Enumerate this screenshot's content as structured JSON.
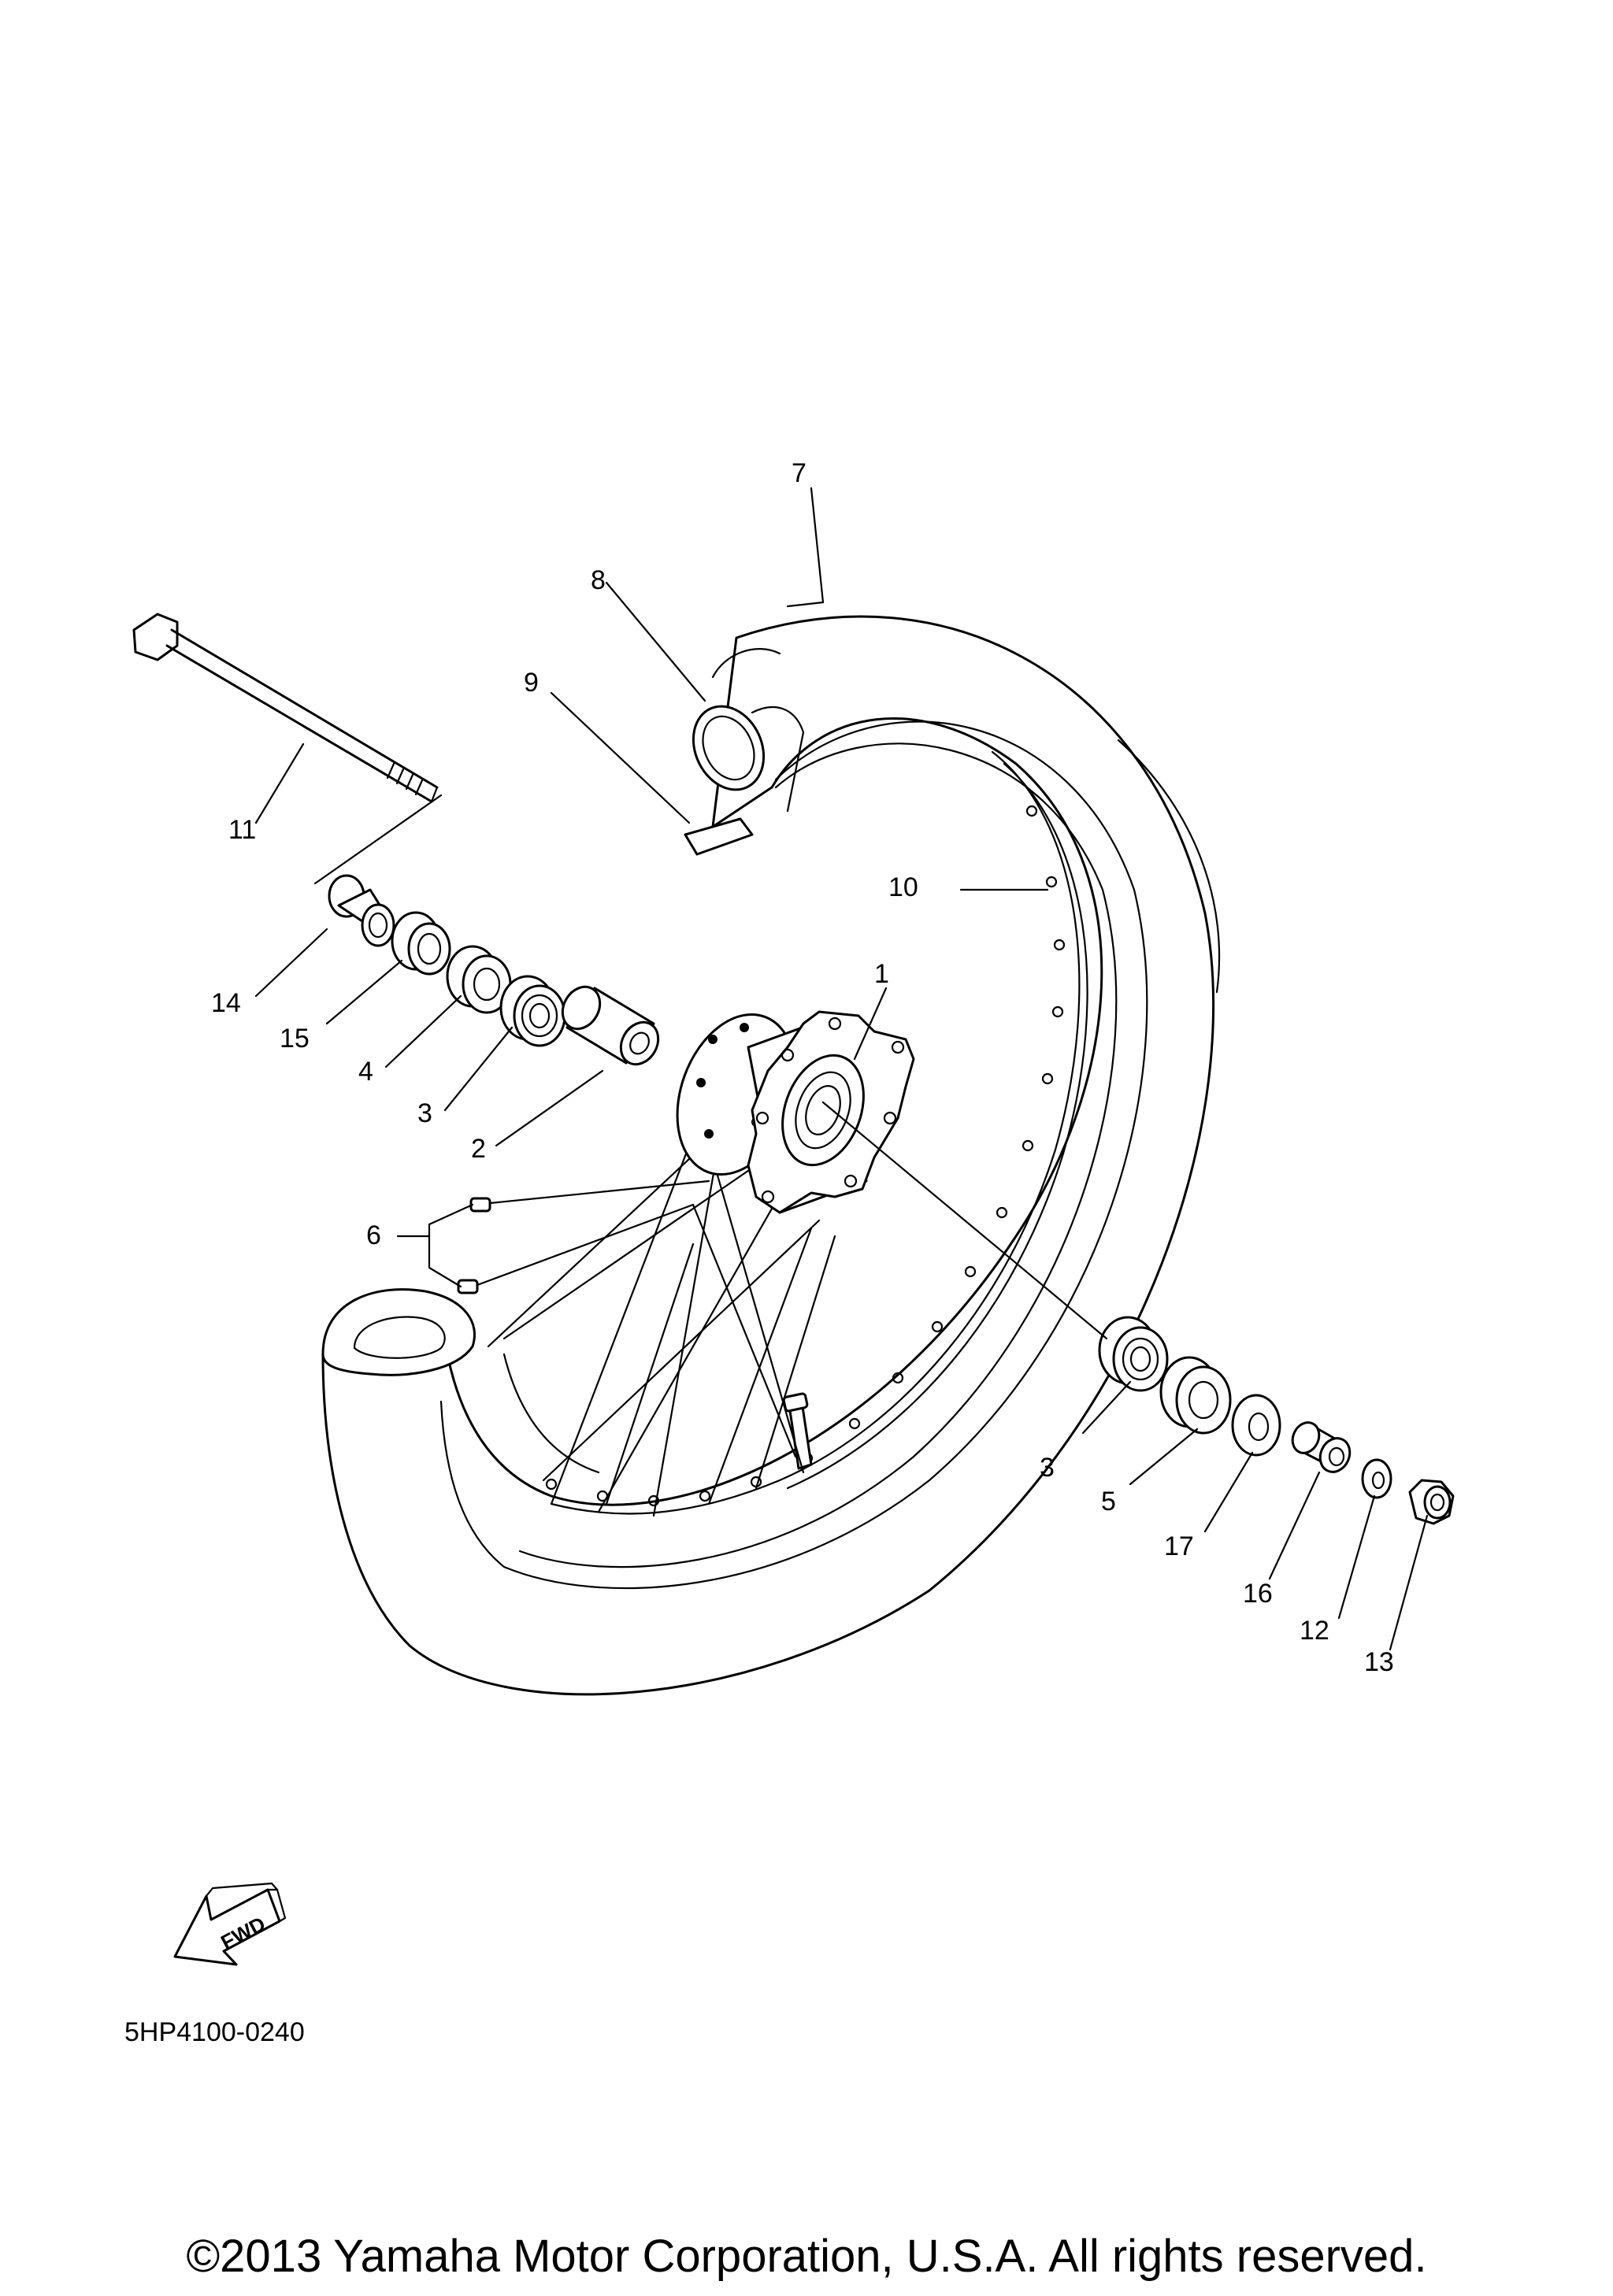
{
  "diagram": {
    "code": "5HP4100-0240",
    "copyright": "©2013 Yamaha Motor Corporation, U.S.A. All rights reserved.",
    "fwd_label": "FWD"
  },
  "callouts": {
    "c1": "1",
    "c2": "2",
    "c3a": "3",
    "c3b": "3",
    "c4": "4",
    "c5": "5",
    "c6": "6",
    "c7": "7",
    "c8": "8",
    "c9": "9",
    "c10": "10",
    "c11": "11",
    "c12": "12",
    "c13": "13",
    "c14": "14",
    "c15": "15",
    "c16": "16",
    "c17": "17"
  }
}
